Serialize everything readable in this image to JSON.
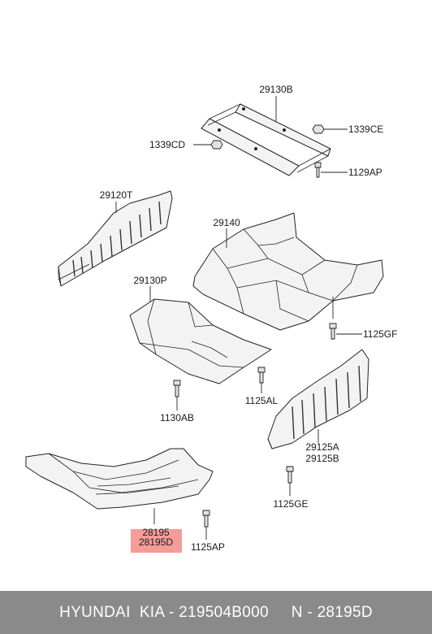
{
  "labels": {
    "p29130B": "29130B",
    "p1339CE": "1339CE",
    "p1339CD": "1339CD",
    "p1129AP": "1129AP",
    "p29120T": "29120T",
    "p29140": "29140",
    "p29130P": "29130P",
    "p1125GF": "1125GF",
    "p1125AL": "1125AL",
    "p1130AB": "1130AB",
    "p29125A": "29125A",
    "p29125B": "29125B",
    "p1125GE": "1125GE",
    "p28195": "28195",
    "p28195D": "28195D",
    "p1125AP": "1125AP"
  },
  "highlight_color": "#f28b86",
  "footer": {
    "text": "HYUNDAI  KIA - 219504B000     N - 28195D"
  }
}
